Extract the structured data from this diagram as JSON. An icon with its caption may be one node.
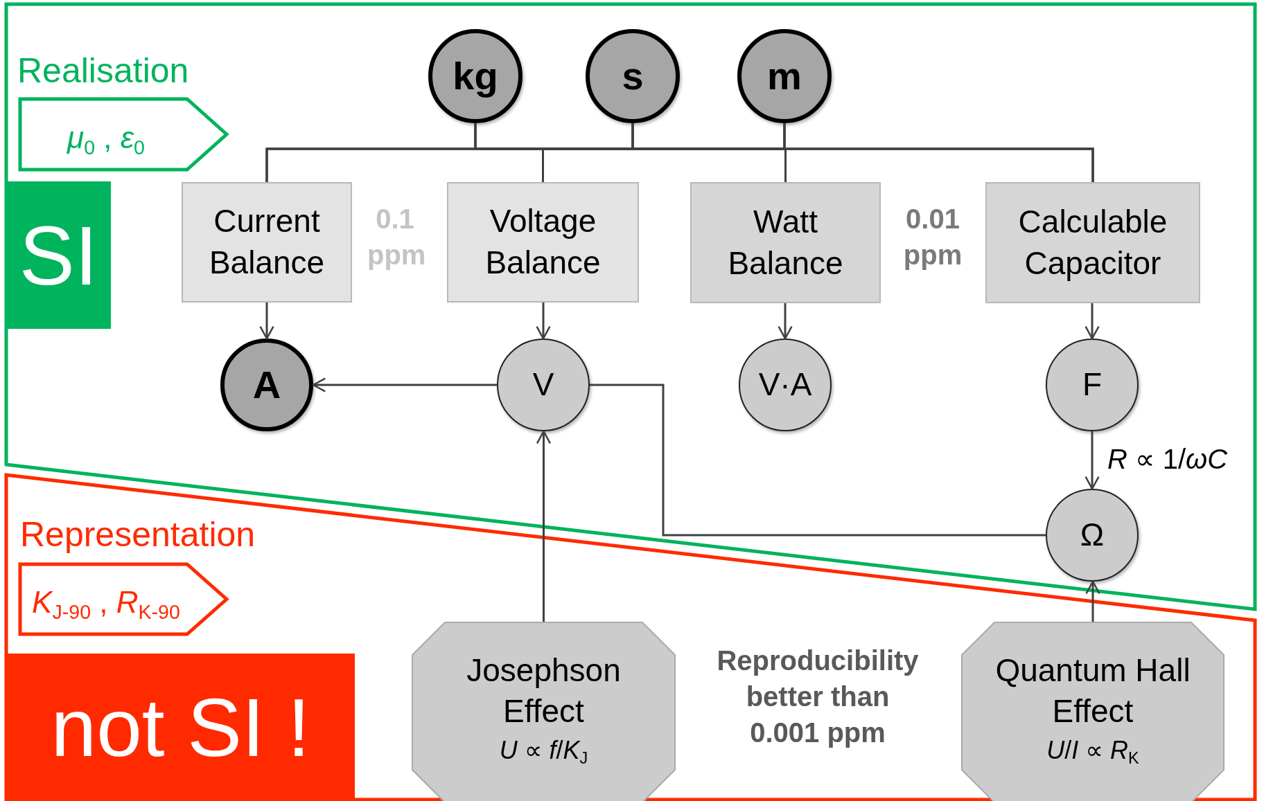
{
  "diagram": {
    "nodes": [
      {
        "text": [
          "Realisation"
        ]
      },
      {
        "text": [
          "*μ*$_{0}$ , *ε*$_{0}$"
        ],
        "in": 0
      },
      {
        "text": [
          "SI"
        ],
        "in": 0
      },
      {
        "text": [
          "kg"
        ],
        "in": 0
      },
      {
        "text": [
          "s"
        ],
        "in": 0
      },
      {
        "text": [
          "m"
        ],
        "in": 0
      },
      {
        "text": [
          "Current Balance"
        ],
        "in": 0
      },
      {
        "text": [
          "Voltage Balance"
        ],
        "in": 0
      },
      {
        "text": [
          "Watt Balance"
        ],
        "in": 0
      },
      {
        "text": [
          "Calculable Capacitor"
        ],
        "in": 0
      },
      {
        "text": [
          "A"
        ],
        "in": 0
      },
      {
        "text": [
          "V"
        ],
        "in": 0
      },
      {
        "text": [
          "V·A"
        ],
        "in": 0
      },
      {
        "text": [
          "F"
        ],
        "in": 0
      },
      {
        "text": [
          "Ω"
        ],
        "in": 0
      },
      {
        "text": [
          "Representation"
        ]
      },
      {
        "text": [
          "*K*$_{J-90}$ , *R*$_{K-90}$"
        ],
        "in": 15
      },
      {
        "text": [
          "not SI !"
        ],
        "in": 15
      },
      {
        "text": [
          "Josephson Effect",
          "*U* ∝ *f*/*K*$_{J}$"
        ],
        "in": 15
      },
      {
        "text": [
          "Quantum Hall Effect",
          "*U*/*I* ∝ *R*$_{K}$"
        ],
        "in": 15
      }
    ],
    "edges": [
      {
        "from": 3,
        "to": 6,
        "arrow": "none"
      },
      {
        "from": 3,
        "to": 7,
        "arrow": "none"
      },
      {
        "from": 3,
        "to": 8,
        "arrow": "none"
      },
      {
        "from": 3,
        "to": 9,
        "arrow": "none"
      },
      {
        "from": 4,
        "to": 6,
        "arrow": "none"
      },
      {
        "from": 4,
        "to": 7,
        "arrow": "none"
      },
      {
        "from": 4,
        "to": 8,
        "arrow": "none"
      },
      {
        "from": 4,
        "to": 9,
        "arrow": "none"
      },
      {
        "from": 5,
        "to": 6,
        "arrow": "none"
      },
      {
        "from": 5,
        "to": 7,
        "arrow": "none"
      },
      {
        "from": 5,
        "to": 8,
        "arrow": "none"
      },
      {
        "from": 5,
        "to": 9,
        "arrow": "none"
      },
      {
        "from": 6,
        "to": 10,
        "arrow": "to"
      },
      {
        "from": 7,
        "to": 11,
        "arrow": "to"
      },
      {
        "from": 8,
        "to": 12,
        "arrow": "to"
      },
      {
        "from": 9,
        "to": 13,
        "arrow": "to"
      },
      {
        "from": 11,
        "to": 10,
        "arrow": "to"
      },
      {
        "from": 13,
        "to": 14,
        "arrow": "to",
        "label": "*R* ∝ 1/*ωC*"
      },
      {
        "from": 14,
        "to": 11,
        "arrow": "none"
      },
      {
        "from": 18,
        "to": 11,
        "arrow": "to"
      },
      {
        "from": 19,
        "to": 14,
        "arrow": "to"
      }
    ],
    "labels": [
      "0.1 ppm",
      "0.01 ppm",
      "Reproducibility better than 0.001 ppm"
    ]
  }
}
